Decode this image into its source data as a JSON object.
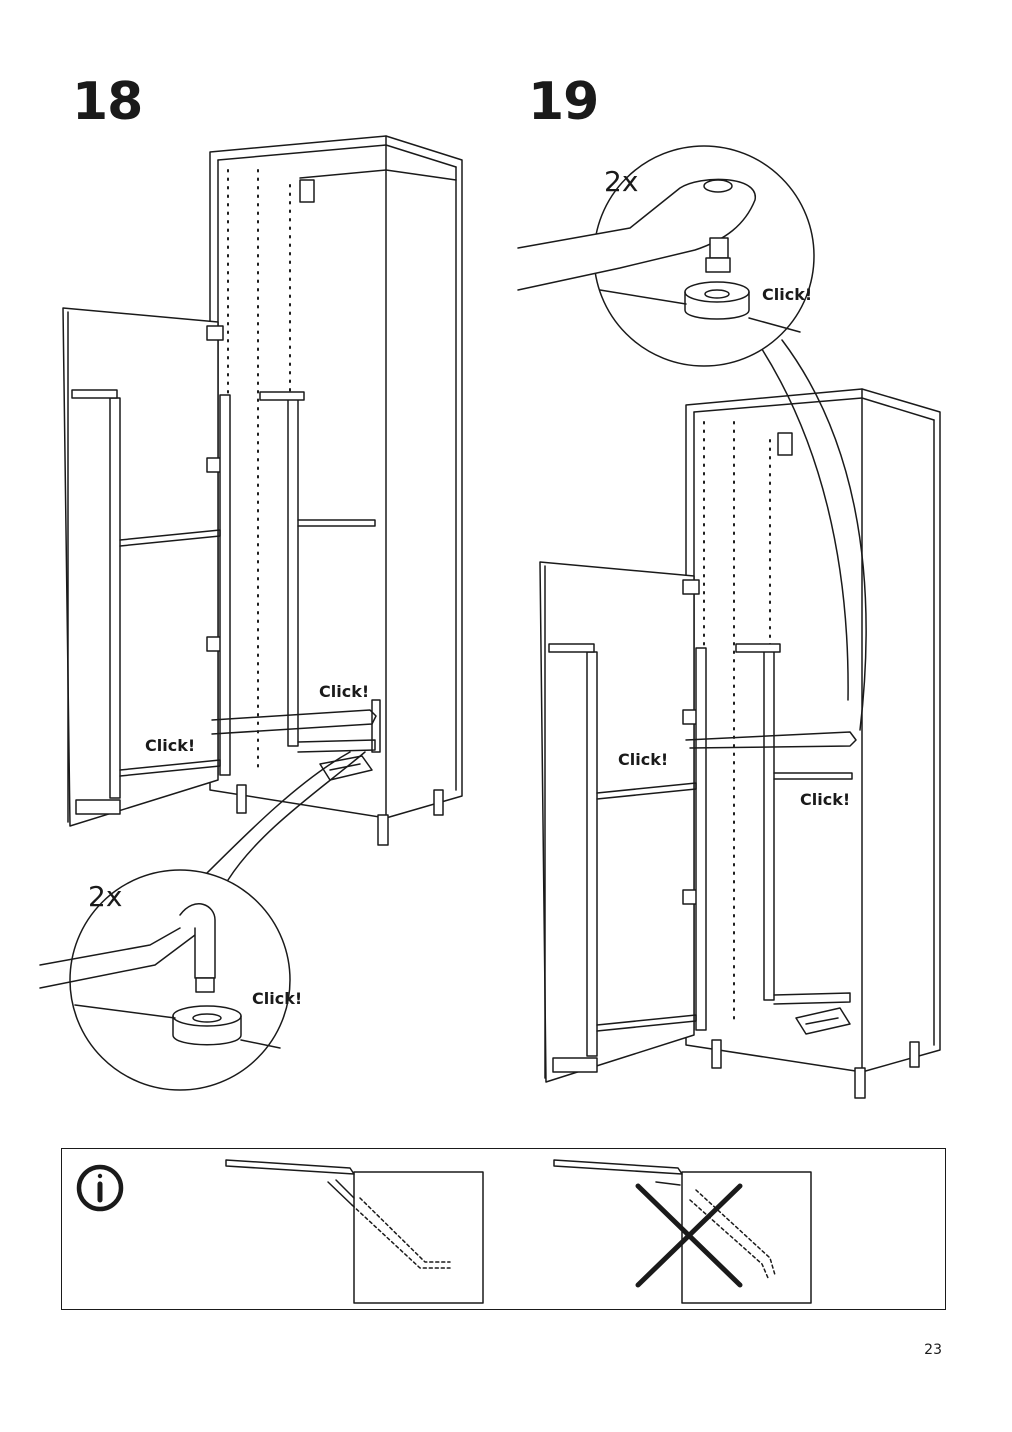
{
  "steps": {
    "step18": {
      "number": "18",
      "qty": "2x",
      "click_labels": [
        "Click!",
        "Click!",
        "Click!"
      ]
    },
    "step19": {
      "number": "19",
      "qty": "2x",
      "click_labels": [
        "Click!",
        "Click!",
        "Click!"
      ]
    }
  },
  "info_panel": {
    "icon": "info-icon",
    "correct_example_icon": "correct-insertion-illustration",
    "wrong_example_icon": "wrong-insertion-illustration-crossed"
  },
  "page": {
    "number": "23"
  }
}
